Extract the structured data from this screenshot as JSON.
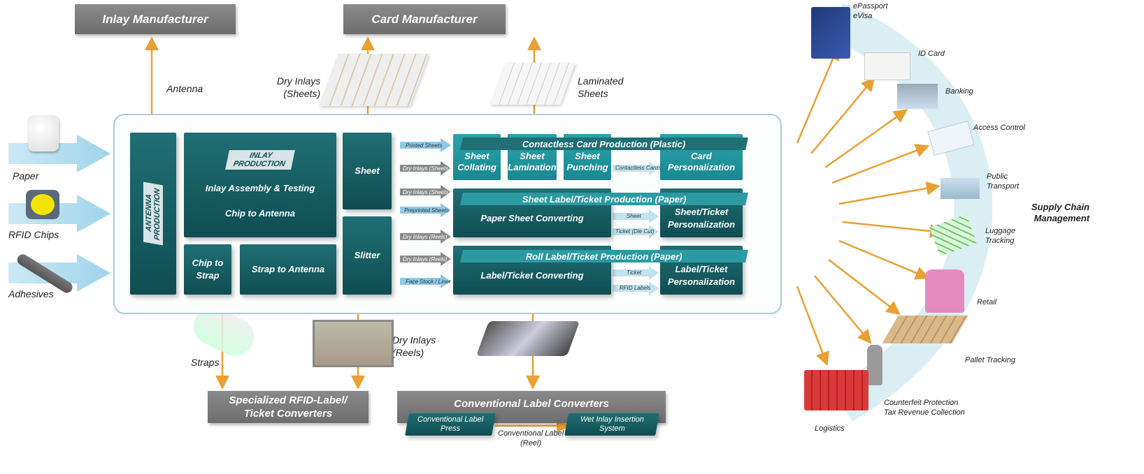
{
  "top_boxes": {
    "inlay_manufacturer": "Inlay Manufacturer",
    "card_manufacturer": "Card Manufacturer"
  },
  "inputs": {
    "paper": "Paper",
    "rfid_chips": "RFID Chips",
    "adhesives": "Adhesives"
  },
  "labels": {
    "antenna": "Antenna",
    "dry_inlays_sheets": "Dry Inlays\n(Sheets)",
    "laminated_sheets": "Laminated\nSheets",
    "straps": "Straps",
    "dry_inlays_reels": "Dry Inlays\n(Reels)"
  },
  "blocks": {
    "antenna_production": "ANTENNA\nPRODUCTION",
    "inlay_production_tag": "INLAY\nPRODUCTION",
    "inlay_assembly": "Inlay Assembly & Testing",
    "chip_to_antenna": "Chip to Antenna",
    "chip_to_strap": "Chip to\nStrap",
    "strap_to_antenna": "Strap to Antenna",
    "sheet": "Sheet",
    "slitter": "Slitter"
  },
  "card_production": {
    "title": "Contactless Card Production (Plastic)",
    "sheet_collating": "Sheet\nCollating",
    "sheet_lamination": "Sheet\nLamination",
    "sheet_punching": "Sheet\nPunching",
    "contactless_cards": "Contactless Cards",
    "card_personalization": "Card\nPersonalization"
  },
  "sheet_label": {
    "title": "Sheet Label/Ticket Production (Paper)",
    "paper_sheet_converting": "Paper Sheet Converting",
    "sheet": "Sheet",
    "ticket_die_cut": "Ticket (Die Cut)",
    "personalization": "Sheet/Ticket\nPersonalization"
  },
  "roll_label": {
    "title": "Roll Label/Ticket Production (Paper)",
    "label_ticket_converting": "Label/Ticket Converting",
    "ticket": "Ticket",
    "rfid_labels": "RFID Labels",
    "personalization": "Label/Ticket\nPersonalization"
  },
  "arrow_labels": [
    "Printed Sheets",
    "Dry Inlays (Sheets)",
    "Dry Inlays (Sheets)",
    "Preprinted Sheets",
    "Dry Inlays (Reels)",
    "Dry Inlays (Reels)",
    "Face Stock / Liner"
  ],
  "bottom": {
    "specialized": "Specialized RFID-Label/\nTicket Converters",
    "conventional": "Conventional Label Converters",
    "conventional_press": "Conventional Label\nPress",
    "conventional_label_reel": "Conventional Label\n(Reel)",
    "wet_inlay": "Wet Inlay Insertion\nSystem"
  },
  "supply_chain": {
    "title": "Supply Chain\nManagement",
    "items": [
      "ePassport\neVisa",
      "ID Card",
      "Banking",
      "Access Control",
      "Public\nTransport",
      "Luggage\nTracking",
      "Retail",
      "Pallet Tracking",
      "Counterfeit Protection\nTax Revenue Collection",
      "Logistics"
    ]
  },
  "colors": {
    "dark_teal": "#0f4d52",
    "light_teal": "#2aa2aa",
    "orange": "#e8a033",
    "gray": "#7a7a7a",
    "light_blue": "#a8d8ea"
  }
}
